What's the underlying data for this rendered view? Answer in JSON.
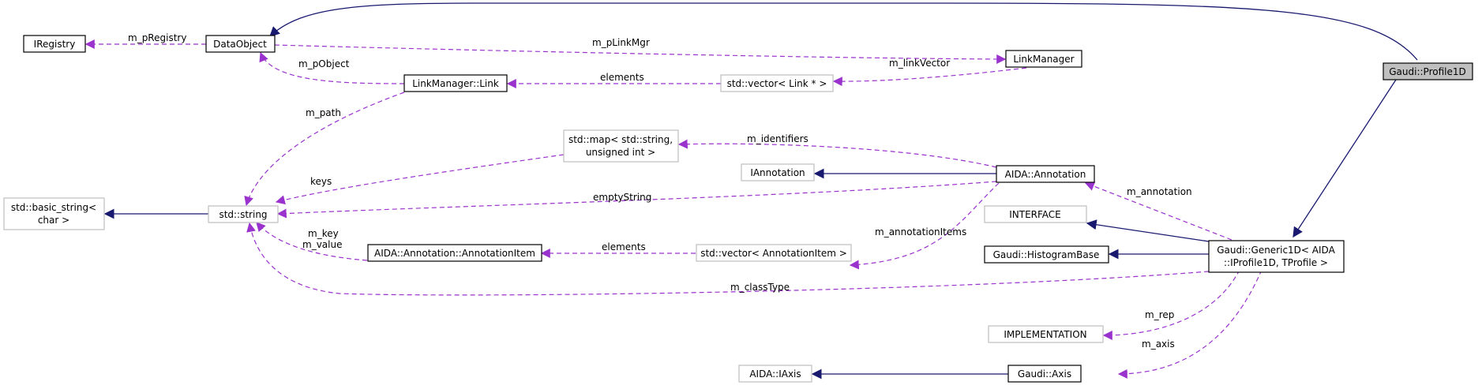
{
  "nodes": {
    "profile1d": "Gaudi::Profile1D",
    "dataobject": "DataObject",
    "iregistry": "IRegistry",
    "linkmanager": "LinkManager",
    "linkmanager_link": "LinkManager::Link",
    "vector_link": "std::vector< Link * >",
    "map_string_uint_1": "std::map< std::string,",
    "map_string_uint_2": "unsigned int >",
    "iannotation": "IAnnotation",
    "aida_annotation": "AIDA::Annotation",
    "basic_string_1": "std::basic_string<",
    "basic_string_2": "char >",
    "std_string": "std::string",
    "interface": "INTERFACE",
    "histogrambase": "Gaudi::HistogramBase",
    "generic1d_1": "Gaudi::Generic1D< AIDA",
    "generic1d_2": "::IProfile1D, TProfile >",
    "annotation_item": "AIDA::Annotation::AnnotationItem",
    "vector_annotation_item": "std::vector< AnnotationItem >",
    "implementation": "IMPLEMENTATION",
    "aida_iaxis": "AIDA::IAxis",
    "gaudi_axis": "Gaudi::Axis"
  },
  "labels": {
    "m_pRegistry": "m_pRegistry",
    "m_pLinkMgr": "m_pLinkMgr",
    "m_pObject": "m_pObject",
    "elements_link": "elements",
    "m_linkVector": "m_linkVector",
    "m_path": "m_path",
    "m_identifiers": "m_identifiers",
    "keys": "keys",
    "emptyString": "emptyString",
    "m_annotation": "m_annotation",
    "m_key": "m_key",
    "m_value": "m_value",
    "elements_item": "elements",
    "m_annotationItems": "m_annotationItems",
    "m_classType": "m_classType",
    "m_rep": "m_rep",
    "m_axis": "m_axis"
  },
  "colors": {
    "inheritance": "#191970",
    "usage": "#9a32cd",
    "focus_fill": "#bfbfbf",
    "gray_border": "#bfbfbf"
  }
}
